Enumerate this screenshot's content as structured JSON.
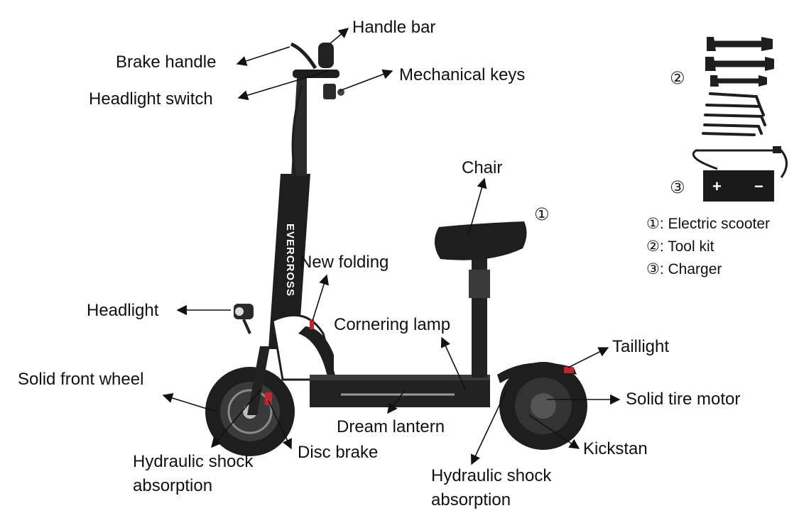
{
  "labels": {
    "handle_bar": "Handle bar",
    "brake_handle": "Brake handle",
    "mechanical_keys": "Mechanical keys",
    "headlight_switch": "Headlight switch",
    "chair": "Chair",
    "new_folding": "New folding",
    "headlight": "Headlight",
    "cornering_lamp": "Cornering lamp",
    "taillight": "Taillight",
    "solid_front_wheel": "Solid front wheel",
    "solid_tire_motor": "Solid tire motor",
    "dream_lantern": "Dream lantern",
    "disc_brake": "Disc brake",
    "kickstan": "Kickstan",
    "hydraulic_front_line1": "Hydraulic shock",
    "hydraulic_front_line2": "absorption",
    "hydraulic_rear_line1": "Hydraulic shock",
    "hydraulic_rear_line2": "absorption"
  },
  "markers": {
    "scooter": "①",
    "toolkit": "②",
    "charger": "③"
  },
  "legend": [
    {
      "marker": "①",
      "text": ": Electric scooter"
    },
    {
      "marker": "②",
      "text": ": Tool kit"
    },
    {
      "marker": "③",
      "text": ": Charger"
    }
  ],
  "branding": {
    "logo_text": "EVERCROSS"
  },
  "charger_symbols": {
    "plus": "+",
    "minus": "−"
  },
  "colors": {
    "scooter_body": "#1e1e1e",
    "accent_red": "#c0262d",
    "text": "#111111"
  }
}
